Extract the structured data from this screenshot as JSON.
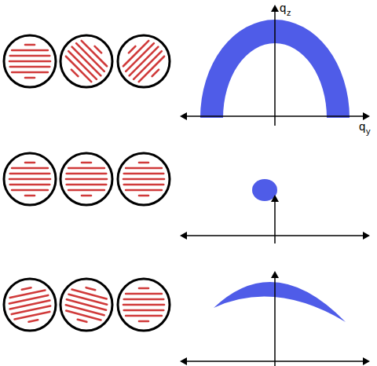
{
  "diagram": {
    "labels": [
      "q",
      "z",
      "q",
      "y"
    ]
  }
}
